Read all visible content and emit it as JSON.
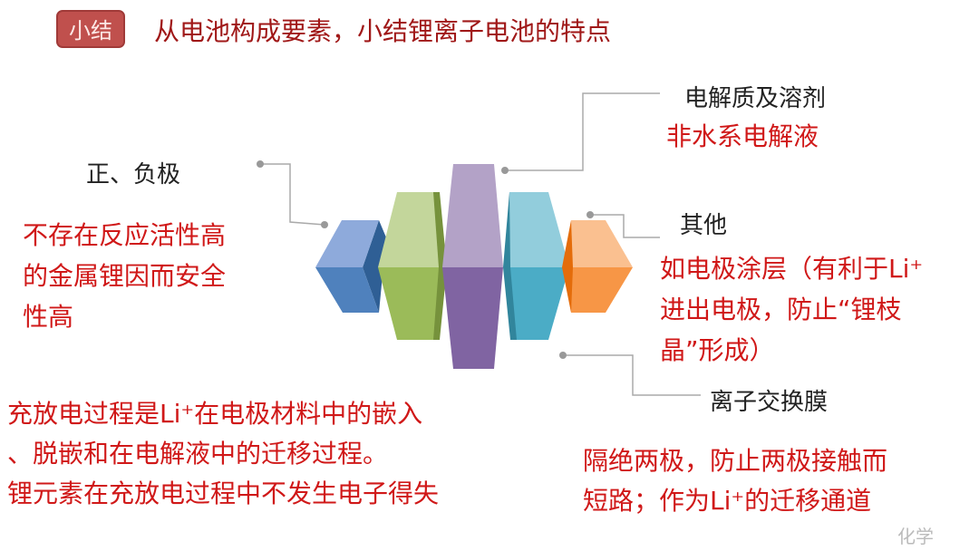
{
  "header": {
    "badge": "小结",
    "title": "从电池构成要素，小结锂离子电池的特点"
  },
  "electrode": {
    "label": "正、负极",
    "lines": [
      "不存在反应活性高",
      "的金属锂因而安全",
      "性高"
    ]
  },
  "electrolyte": {
    "label": "电解质及溶剂",
    "desc": "非水系电解液"
  },
  "other": {
    "label": "其他",
    "lines": [
      "如电极涂层（有利于Li⁺",
      "进出电极，防止“锂枝",
      "晶”形成）"
    ]
  },
  "membrane": {
    "label": "离子交换膜",
    "lines": [
      "隔绝两极，防止两极接触而",
      "短路；作为Li⁺的迁移通道"
    ]
  },
  "summary": {
    "lines": [
      "充放电过程是Li⁺在电极材料中的嵌入",
      "、脱嵌和在电解液中的迁移过程。",
      "锂元素在充放电过程中不发生电子得失"
    ]
  },
  "watermark": "化学",
  "colors": {
    "blue": "#4f81bd",
    "green": "#9bbb59",
    "purple": "#8064a2",
    "cyan": "#4bacc6",
    "orange": "#f79646",
    "red": "#d01818"
  }
}
